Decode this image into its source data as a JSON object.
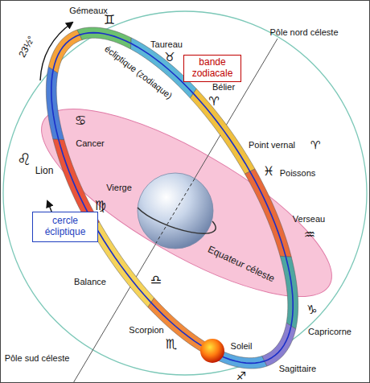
{
  "diagram": {
    "nodes": [
      {
        "text": [
          "bande zodiacale"
        ]
      },
      {
        "text": [
          "cercle écliptique"
        ]
      },
      {
        "text": [
          "Equateur céleste"
        ]
      }
    ],
    "labels": [
      "Gémeaux",
      "♊",
      "Taureau",
      "♉",
      "Pôle nord céleste",
      "23½°",
      "écliptique (zodiaque)",
      "Bélier",
      "♈",
      "Cancer",
      "♋",
      "Lion",
      "♌",
      "Point vernal",
      "♈",
      "Poissons",
      "♓",
      "Vierge",
      "♍",
      "Verseau",
      "♒",
      "Balance",
      "♎",
      "Soleil",
      "Capricorne",
      "♑",
      "Scorpion",
      "♏",
      "♐",
      "Sagittaire",
      "Pôle sud céleste"
    ]
  }
}
